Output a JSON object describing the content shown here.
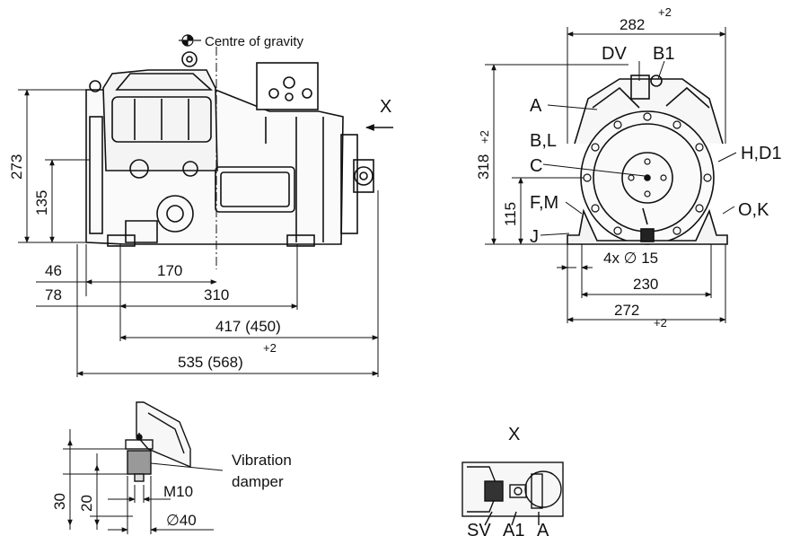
{
  "side_view": {
    "cog_label": "Centre of gravity",
    "view_arrow": "X",
    "dims": {
      "h273": "273",
      "h135": "135",
      "d46": "46",
      "d170": "170",
      "d78": "78",
      "d310": "310",
      "d417": "417 (450)",
      "d535": "535 (568)",
      "tol535": "+2"
    }
  },
  "front_view": {
    "dims": {
      "w282": "282",
      "tol282": "+2",
      "h318": "318",
      "tol318": "+2",
      "h115": "115",
      "holes": "4x ∅ 15",
      "w230": "230",
      "w272": "272",
      "tol272": "+2"
    },
    "ports": {
      "DV": "DV",
      "B1": "B1",
      "A": "A",
      "BL": "B,L",
      "HD1": "H,D1",
      "C": "C",
      "FM": "F,M",
      "OK": "O,K",
      "J": "J"
    }
  },
  "damper_detail": {
    "d30": "30",
    "d20": "20",
    "thread": "M10",
    "dia": "∅40",
    "note_line1": "Vibration",
    "note_line2": "damper"
  },
  "view_x": {
    "title": "X",
    "SV": "SV",
    "A1": "A1",
    "A": "A"
  }
}
